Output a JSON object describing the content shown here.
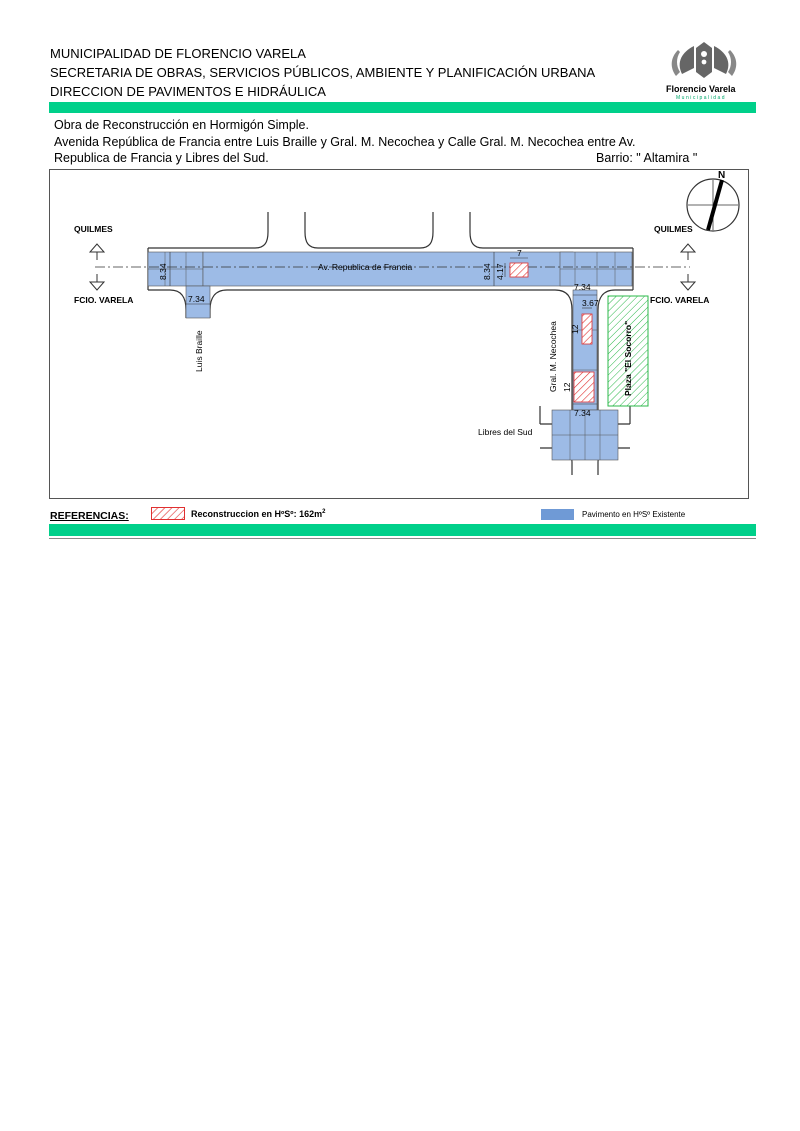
{
  "header": {
    "line1": "MUNICIPALIDAD DE FLORENCIO VARELA",
    "line2": "SECRETARIA DE OBRAS, SERVICIOS PÚBLICOS, AMBIENTE Y PLANIFICACIÓN URBANA",
    "line3": "DIRECCION DE PAVIMENTOS E HIDRÁULICA",
    "logo_name": "Florencio Varela",
    "logo_sub": "Municipalidad"
  },
  "description": {
    "line1": "Obra de Reconstrucción en Hormigón Simple.",
    "line2": "Avenida República de Francia entre Luis Braille y Gral. M. Necochea y Calle  Gral. M. Necochea entre Av.",
    "line3": "Republica de Francia y Libres del Sud.",
    "barrio": "Barrio: \" Altamira \""
  },
  "plan": {
    "dir_left_top": "QUILMES",
    "dir_left_bottom": "FCIO. VARELA",
    "dir_right_top": "QUILMES",
    "dir_right_bottom": "FCIO. VARELA",
    "north": "N",
    "street_main": "Av. Republica de Francia",
    "street_braille": "Luis Braille",
    "street_necochea": "Gral. M. Necochea",
    "street_libres": "Libres del Sud",
    "plaza": "Plaza \"El Socorro\"",
    "dim_834_left": "8.34",
    "dim_834_right": "8.34",
    "dim_734_braille": "7.34",
    "dim_734_necochea_top": "7.34",
    "dim_734_necochea_bottom": "7.34",
    "dim_7": "7",
    "dim_417": "4.17",
    "dim_367": "3.67",
    "dim_12_top": "12",
    "dim_12_bottom": "12"
  },
  "references": {
    "title": "REFERENCIAS:",
    "reconstruction_label": "Reconstruccion en HºSº: 162m",
    "reconstruction_sup": "2",
    "existing_label": "Pavimento en HºSº Existente"
  },
  "colors": {
    "accent_green": "#00d08a",
    "pavement_blue": "#9dbbe6",
    "legend_blue": "#6f9ad6",
    "hatch_red": "#e03030",
    "plaza_green": "#2bb84a"
  }
}
